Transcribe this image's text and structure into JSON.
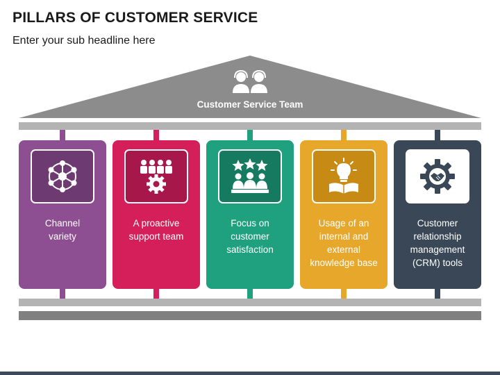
{
  "header": {
    "title": "PILLARS OF CUSTOMER SERVICE",
    "subtitle": "Enter your sub headline here"
  },
  "roof": {
    "label": "Customer Service Team",
    "icon": "headset-agents-icon"
  },
  "pillars": [
    {
      "label": "Channel variety",
      "icon": "network-hub-icon",
      "color": "#8e4f92"
    },
    {
      "label": "A proactive support team",
      "icon": "team-gear-icon",
      "color": "#d41f5b"
    },
    {
      "label": "Focus on customer satisfaction",
      "icon": "rated-customers-icon",
      "color": "#1fa07e"
    },
    {
      "label": "Usage of an internal and external knowledge base",
      "icon": "lightbulb-book-icon",
      "color": "#e7a72a"
    },
    {
      "label": "Customer relationship management (CRM) tools",
      "icon": "handshake-gear-icon",
      "color": "#394756"
    }
  ],
  "colors": {
    "roof": "#8c8c8c",
    "beam": "#b3b3b3",
    "base": "#808080"
  }
}
